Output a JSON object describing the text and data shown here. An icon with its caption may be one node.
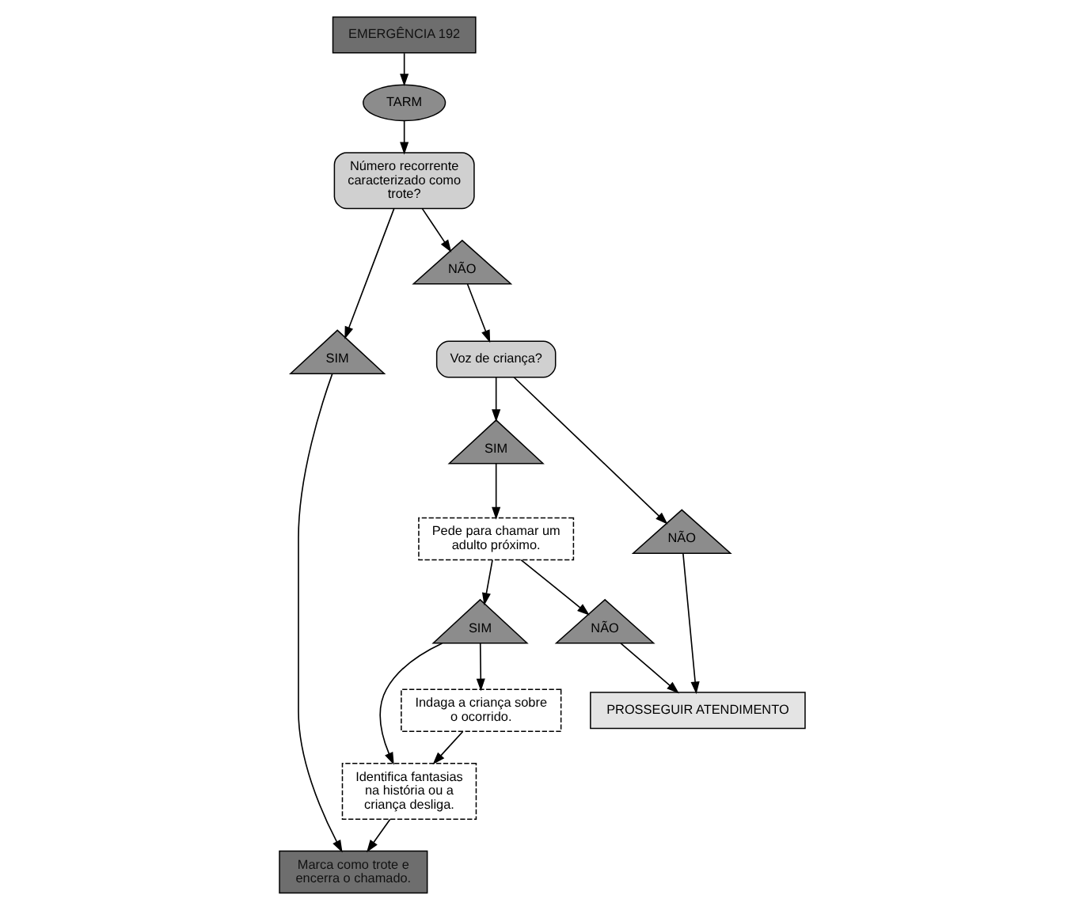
{
  "diagram": {
    "nodes": [
      {
        "text": [
          "EMERGÊNCIA 192"
        ]
      },
      {
        "text": [
          "TARM"
        ]
      },
      {
        "text": [
          "Número recorrente caracterizado como trote?"
        ]
      },
      {
        "text": [
          "SIM"
        ]
      },
      {
        "text": [
          "NÃO"
        ]
      },
      {
        "text": [
          "Voz de criança?"
        ]
      },
      {
        "text": [
          "SIM"
        ]
      },
      {
        "text": [
          "NÃO"
        ]
      },
      {
        "text": [
          "PROSSEGUIR ATENDIMENTO"
        ]
      },
      {
        "text": [
          "Marca como trote e encerra o chamado."
        ]
      },
      {
        "text": [
          "Identifica fantasias na história ou a criança desliga."
        ]
      },
      {
        "text": [
          "Pede para chamar um adulto próximo."
        ]
      },
      {
        "text": [
          "Indaga a criança sobre o ocorrido."
        ]
      },
      {
        "text": [
          "SIM"
        ]
      },
      {
        "text": [
          "NÃO"
        ]
      }
    ],
    "edges": [
      {
        "from": 0,
        "to": 1,
        "arrow": "to"
      },
      {
        "from": 1,
        "to": 2,
        "arrow": "to"
      },
      {
        "from": 2,
        "to": 3,
        "arrow": "to"
      },
      {
        "from": 2,
        "to": 4,
        "arrow": "to"
      },
      {
        "from": 3,
        "to": 9,
        "arrow": "to"
      },
      {
        "from": 4,
        "to": 5,
        "arrow": "to"
      },
      {
        "from": 5,
        "to": 6,
        "arrow": "to"
      },
      {
        "from": 5,
        "to": 7,
        "arrow": "to"
      },
      {
        "from": 7,
        "to": 8,
        "arrow": "to"
      },
      {
        "from": 6,
        "to": 11,
        "arrow": "to"
      },
      {
        "from": 11,
        "to": 13,
        "arrow": "to"
      },
      {
        "from": 11,
        "to": 14,
        "arrow": "to"
      },
      {
        "from": 14,
        "to": 8,
        "arrow": "to"
      },
      {
        "from": 13,
        "to": 12,
        "arrow": "to"
      },
      {
        "from": 13,
        "to": 10,
        "arrow": "to"
      },
      {
        "from": 12,
        "to": 10,
        "arrow": "to"
      },
      {
        "from": 10,
        "to": 9,
        "arrow": "to"
      }
    ]
  }
}
